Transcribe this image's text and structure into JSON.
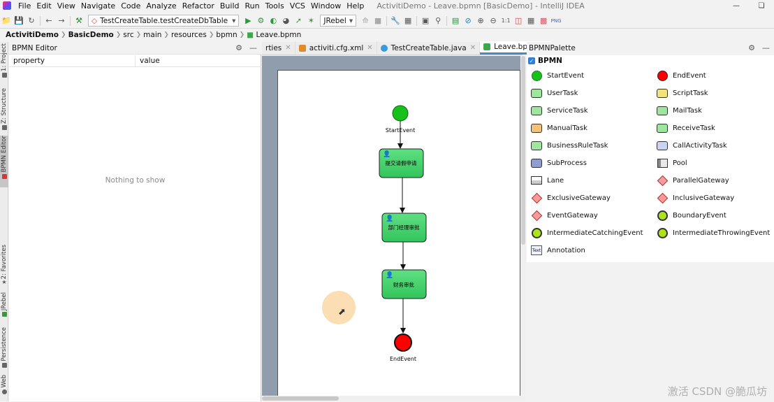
{
  "menubar": {
    "items": [
      "File",
      "Edit",
      "View",
      "Navigate",
      "Code",
      "Analyze",
      "Refactor",
      "Build",
      "Run",
      "Tools",
      "VCS",
      "Window",
      "Help"
    ],
    "window_title": "ActivitiDemo - Leave.bpmn [BasicDemo] - IntelliJ IDEA"
  },
  "toolbar": {
    "run_config": "TestCreateTable.testCreateDbTable",
    "jrebel_label": "JRebel",
    "zoom_label": "1:1"
  },
  "breadcrumb": [
    "ActivitiDemo",
    "BasicDemo",
    "src",
    "main",
    "resources",
    "bpmn",
    "Leave.bpmn"
  ],
  "left_stripe": [
    "1: Project",
    "Z: Structure",
    "BPMN Editor",
    "2: Favorites",
    "JRebel",
    "Persistence",
    "Web"
  ],
  "bpmn_editor": {
    "title": "BPMN Editor",
    "columns": [
      "property",
      "value"
    ],
    "empty_text": "Nothing to show"
  },
  "tabs": [
    {
      "label": "rties",
      "icon_color": "#999999"
    },
    {
      "label": "activiti.cfg.xml",
      "icon_color": "#e08a2c"
    },
    {
      "label": "TestCreateTable.java",
      "icon_color": "#3b99d9"
    },
    {
      "label": "Leave.bpmn",
      "icon_color": "#3aa94a",
      "active": true
    }
  ],
  "diagram": {
    "start_label": "StartEvent",
    "end_label": "EndEvent",
    "tasks": [
      "提交请假申请",
      "部门经理审批",
      "财务审批"
    ],
    "task_color": "#47d36b",
    "start_color": "#17c11c",
    "end_color": "#ff0000"
  },
  "palette": {
    "title": "BPMNPalette",
    "group": "BPMN",
    "items": [
      {
        "label": "StartEvent",
        "icon": "start-event-icon"
      },
      {
        "label": "EndEvent",
        "icon": "end-event-icon"
      },
      {
        "label": "UserTask",
        "icon": "user-task-icon"
      },
      {
        "label": "ScriptTask",
        "icon": "script-task-icon"
      },
      {
        "label": "ServiceTask",
        "icon": "service-task-icon"
      },
      {
        "label": "MailTask",
        "icon": "mail-task-icon"
      },
      {
        "label": "ManualTask",
        "icon": "manual-task-icon"
      },
      {
        "label": "ReceiveTask",
        "icon": "receive-task-icon"
      },
      {
        "label": "BusinessRuleTask",
        "icon": "business-rule-task-icon"
      },
      {
        "label": "CallActivityTask",
        "icon": "call-activity-task-icon"
      },
      {
        "label": "SubProcess",
        "icon": "subprocess-icon"
      },
      {
        "label": "Pool",
        "icon": "pool-icon"
      },
      {
        "label": "Lane",
        "icon": "lane-icon"
      },
      {
        "label": "ParallelGateway",
        "icon": "parallel-gateway-icon"
      },
      {
        "label": "ExclusiveGateway",
        "icon": "exclusive-gateway-icon"
      },
      {
        "label": "InclusiveGateway",
        "icon": "inclusive-gateway-icon"
      },
      {
        "label": "EventGateway",
        "icon": "event-gateway-icon"
      },
      {
        "label": "BoundaryEvent",
        "icon": "boundary-event-icon"
      },
      {
        "label": "IntermediateCatchingEvent",
        "icon": "intermediate-catching-event-icon"
      },
      {
        "label": "IntermediateThrowingEvent",
        "icon": "intermediate-throwing-event-icon"
      },
      {
        "label": "Annotation",
        "icon": "annotation-icon"
      }
    ],
    "annotation_icon_text": "Text"
  },
  "watermark": "激活 CSDN @脆瓜坊"
}
